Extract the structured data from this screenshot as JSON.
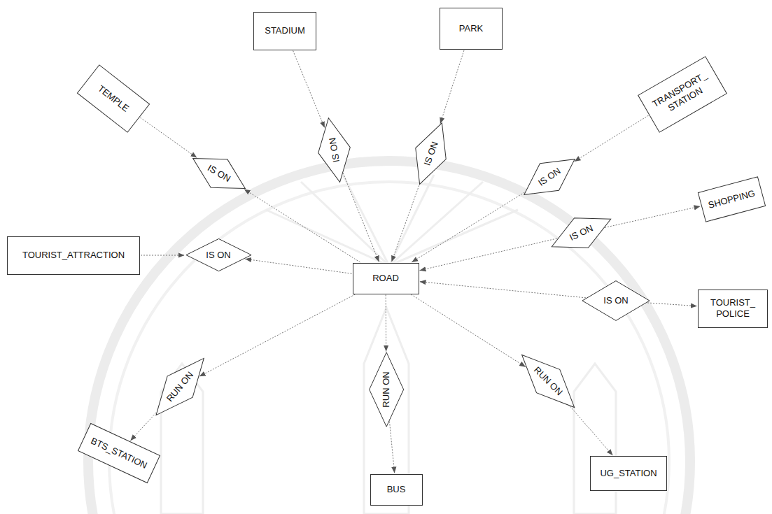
{
  "diagram": {
    "nodes": [
      {
        "text": [
          "TEMPLE"
        ]
      },
      {
        "text": [
          "STADIUM"
        ]
      },
      {
        "text": [
          "PARK"
        ]
      },
      {
        "text": [
          "TRANSPORT_ STATION"
        ]
      },
      {
        "text": [
          "IS ON"
        ]
      },
      {
        "text": [
          "IS ON"
        ]
      },
      {
        "text": [
          "IS ON"
        ]
      },
      {
        "text": [
          "IS ON"
        ]
      },
      {
        "text": [
          "SHOPPING"
        ]
      },
      {
        "text": [
          "TOURIST_ATTRACTION"
        ]
      },
      {
        "text": [
          "IS ON"
        ]
      },
      {
        "text": [
          "ROAD"
        ]
      },
      {
        "text": [
          "IS ON"
        ]
      },
      {
        "text": [
          "IS ON"
        ]
      },
      {
        "text": [
          "TOURIST_ POLICE"
        ]
      },
      {
        "text": [
          "RUN ON"
        ]
      },
      {
        "text": [
          "RUN ON"
        ]
      },
      {
        "text": [
          "RUN ON"
        ]
      },
      {
        "text": [
          "BTS_STATION"
        ]
      },
      {
        "text": [
          "UG_STATION"
        ]
      },
      {
        "text": [
          "BUS"
        ]
      }
    ],
    "edges": [
      {
        "from": 0,
        "to": 4,
        "arrow": "to"
      },
      {
        "from": 11,
        "to": 4,
        "arrow": "to"
      },
      {
        "from": 1,
        "to": 5,
        "arrow": "to"
      },
      {
        "from": 5,
        "to": 11,
        "arrow": "to"
      },
      {
        "from": 2,
        "to": 6,
        "arrow": "to"
      },
      {
        "from": 6,
        "to": 11,
        "arrow": "to"
      },
      {
        "from": 3,
        "to": 7,
        "arrow": "to"
      },
      {
        "from": 7,
        "to": 11,
        "arrow": "to"
      },
      {
        "from": 9,
        "to": 10,
        "arrow": "to"
      },
      {
        "from": 11,
        "to": 10,
        "arrow": "to"
      },
      {
        "from": 12,
        "to": 8,
        "arrow": "to"
      },
      {
        "from": 12,
        "to": 11,
        "arrow": "to"
      },
      {
        "from": 13,
        "to": 14,
        "arrow": "to"
      },
      {
        "from": 13,
        "to": 11,
        "arrow": "to"
      },
      {
        "from": 11,
        "to": 15,
        "arrow": "to"
      },
      {
        "from": 15,
        "to": 18,
        "arrow": "to"
      },
      {
        "from": 11,
        "to": 16,
        "arrow": "to"
      },
      {
        "from": 16,
        "to": 20,
        "arrow": "to"
      },
      {
        "from": 11,
        "to": 17,
        "arrow": "to"
      },
      {
        "from": 17,
        "to": 19,
        "arrow": "to"
      }
    ]
  }
}
